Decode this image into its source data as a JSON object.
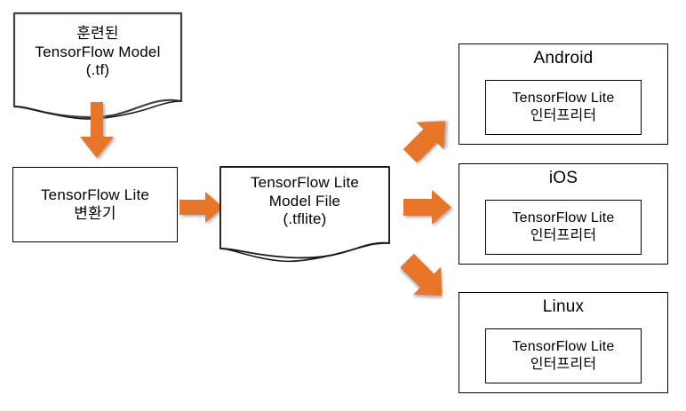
{
  "diagram": {
    "title": "TensorFlow Lite conversion and deployment flow",
    "accent_color": "#E8762C",
    "line_color": "#000000",
    "background": "#FFFFFF"
  },
  "nodes": {
    "trained_model": {
      "shape": "document",
      "text": "훈련된\nTensorFlow Model\n(.tf)"
    },
    "converter": {
      "shape": "rectangle",
      "text": "TensorFlow Lite\n변환기"
    },
    "model_file": {
      "shape": "document",
      "text": "TensorFlow Lite\nModel File\n(.tflite)"
    }
  },
  "platforms": [
    {
      "name": "Android",
      "interpreter": "TensorFlow Lite\n인터프리터"
    },
    {
      "name": "iOS",
      "interpreter": "TensorFlow Lite\n인터프리터"
    },
    {
      "name": "Linux",
      "interpreter": "TensorFlow Lite\n인터프리터"
    }
  ],
  "arrows": [
    {
      "name": "arrow-model-to-converter",
      "direction": "down"
    },
    {
      "name": "arrow-converter-to-modelfile",
      "direction": "right"
    },
    {
      "name": "arrow-modelfile-to-android",
      "direction": "up-right"
    },
    {
      "name": "arrow-modelfile-to-ios",
      "direction": "right"
    },
    {
      "name": "arrow-modelfile-to-linux",
      "direction": "down-right"
    }
  ]
}
